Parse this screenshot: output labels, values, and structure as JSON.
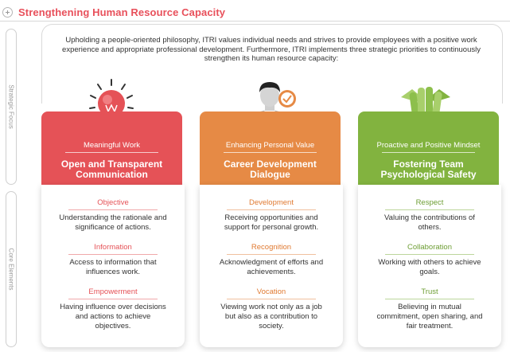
{
  "title": "Strengthening Human Resource Capacity",
  "side_labels": {
    "strategic": "Strategic Focus",
    "core": "Core Elements"
  },
  "intro": "Upholding a people-oriented philosophy, ITRI values individual needs and strives to provide employees with a positive work experience and appropriate professional development. Furthermore, ITRI implements three strategic priorities to continuously strengthen its human resource capacity:",
  "colors": {
    "red": "#e55257",
    "orange": "#e68a45",
    "green": "#82b33f",
    "title": "#e8505b"
  },
  "columns": [
    {
      "icon": "lightbulb-icon",
      "subtitle": "Meaningful Work",
      "title": "Open and Transparent Communication",
      "elements": [
        {
          "head": "Objective",
          "body": "Understanding the rationale and significance of actions."
        },
        {
          "head": "Information",
          "body": "Access to information that influences work."
        },
        {
          "head": "Empowerment",
          "body": "Having influence over decisions and actions to achieve objectives."
        }
      ]
    },
    {
      "icon": "businessman-check-icon",
      "subtitle": "Enhancing Personal Value",
      "title": "Career Development Dialogue",
      "elements": [
        {
          "head": "Development",
          "body": "Receiving opportunities and support for personal growth."
        },
        {
          "head": "Recognition",
          "body": "Acknowledgment of efforts and achievements."
        },
        {
          "head": "Vocation",
          "body": "Viewing work not only as a job but also as a contribution to society."
        }
      ]
    },
    {
      "icon": "joined-hands-icon",
      "subtitle": "Proactive and Positive Mindset",
      "title": "Fostering Team Psychological Safety",
      "elements": [
        {
          "head": "Respect",
          "body": "Valuing the contributions of others."
        },
        {
          "head": "Collaboration",
          "body": "Working with others to achieve goals."
        },
        {
          "head": "Trust",
          "body": "Believing in mutual commitment, open sharing, and fair treatment."
        }
      ]
    }
  ]
}
